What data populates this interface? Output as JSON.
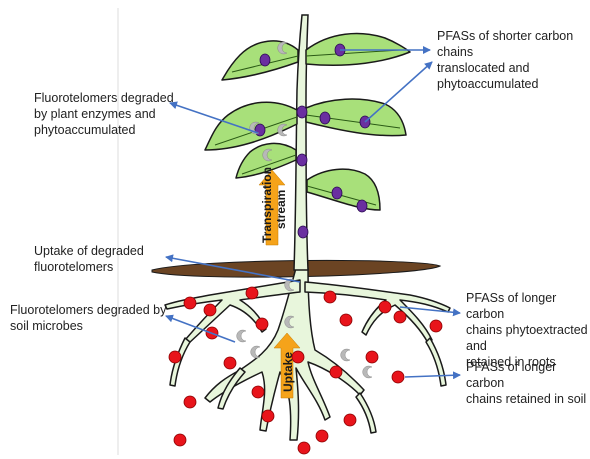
{
  "labels": {
    "shorter_chains": "PFASs of shorter carbon chains\ntranslocated and\nphytoaccumulated",
    "plant_enzymes": "Fluorotelomers degraded\nby plant enzymes and\nphytoaccumulated",
    "uptake_degraded": "Uptake of degraded\nfluorotelomers",
    "soil_microbes": "Fluorotelomers degraded by\nsoil microbes",
    "retained_roots": "PFASs of longer carbon\nchains phytoextracted and\nretained in roots",
    "retained_soil": "PFASs of longer carbon\nchains retained in soil"
  },
  "arrows": {
    "transpiration_line1": "Transpiration",
    "transpiration_line2": "stream",
    "uptake": "Uptake"
  },
  "colors": {
    "leaf_fill": "#a8e07a",
    "stem_fill": "#e8f6dc",
    "outline": "#1a1a1a",
    "soil": "#6b4423",
    "pfas_short": "#6a2fa0",
    "pfas_long": "#e8141b",
    "fluorotelomer": "#b8b8b8",
    "pointer_arrow": "#4472c4",
    "flow_arrow": "#f5a31a"
  }
}
